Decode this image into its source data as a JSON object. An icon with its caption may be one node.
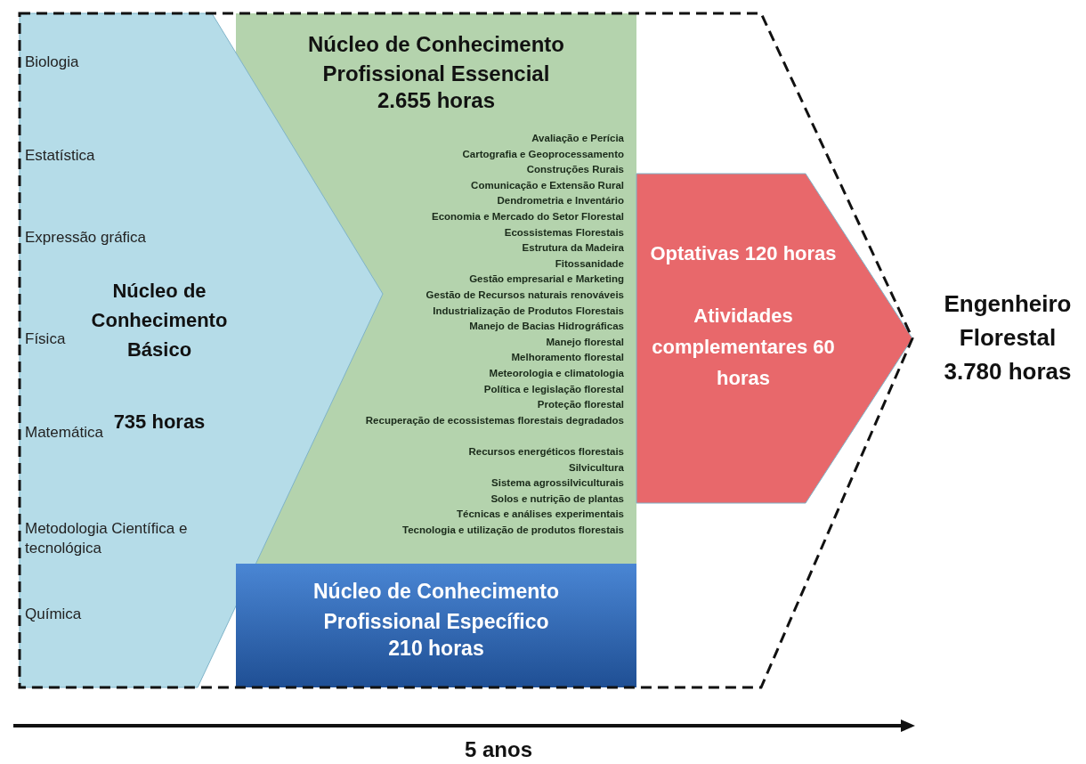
{
  "diagram": {
    "nodes": [
      {
        "text": [
          "Núcleo de Conhecimento Básico",
          "735 horas",
          "Biologia",
          "Estatística",
          "Expressão gráfica",
          "Física",
          "Matemática",
          "Metodologia Científica e tecnológica",
          "Química"
        ]
      },
      {
        "text": [
          "Núcleo de Conhecimento Profissional Essencial",
          "2.655 horas",
          "Avaliação e Perícia",
          "Cartografia e Geoprocessamento",
          "Construções Rurais",
          "Comunicação e Extensão Rural",
          "Dendrometria e Inventário",
          "Economia e Mercado do Setor Florestal",
          "Ecossistemas Florestais",
          "Estrutura da Madeira",
          "Fitossanidade",
          "Gestão empresarial e Marketing",
          "Gestão de Recursos naturais renováveis",
          "Industrialização de Produtos Florestais",
          "Manejo de Bacias Hidrográficas",
          "Manejo florestal",
          "Melhoramento florestal",
          "Meteorologia e climatologia",
          "Política e legislação florestal",
          "Proteção florestal",
          "Recuperação de ecossistemas florestais degradados",
          "Recursos energéticos florestais",
          "Silvicultura",
          "Sistema agrossilviculturais",
          "Solos e nutrição de plantas",
          "Técnicas e análises experimentais",
          "Tecnologia e utilização de produtos florestais"
        ]
      },
      {
        "text": [
          "Núcleo de Conhecimento Profissional Específico",
          "210 horas"
        ]
      },
      {
        "text": [
          "Optativas 120 horas",
          "Atividades complementares 60 horas"
        ]
      }
    ],
    "edges": [],
    "labels": [
      "Engenheiro Florestal 3.780 horas",
      "5 anos"
    ]
  }
}
